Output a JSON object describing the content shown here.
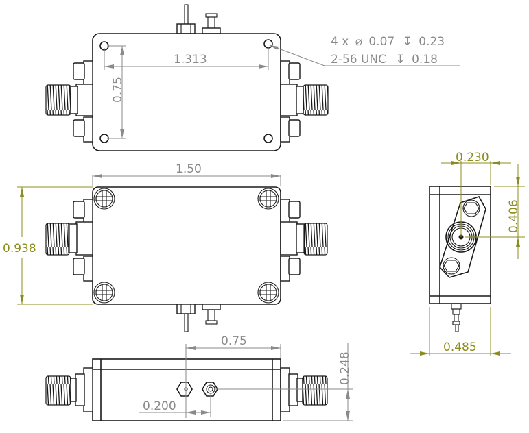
{
  "drawing": {
    "type": "mechanical outline drawing",
    "units": "inches",
    "colors": {
      "outline": "#1a1a1a",
      "dimension_gray": "#8a8a8a",
      "dimension_olive": "#8c8c1e",
      "background": "#ffffff"
    }
  },
  "callout": {
    "line1_qty": "4 x",
    "line1_diameter_symbol": "⌀",
    "line1_diameter": "0.07",
    "line1_depth_symbol": "↧",
    "line1_depth": "0.23",
    "line2_thread": "2-56 UNC",
    "line2_depth_symbol": "↧",
    "line2_depth": "0.18"
  },
  "views": {
    "top": {
      "hole_spacing_x": "1.313",
      "hole_spacing_y": "0.75"
    },
    "front": {
      "body_length": "1.50",
      "body_height": "0.938"
    },
    "end": {
      "connector_offset": "0.230",
      "connector_height": "0.406",
      "body_depth": "0.485"
    },
    "side": {
      "pin_offset": "0.75",
      "pin_spacing": "0.200",
      "pin_height": "0.248"
    }
  }
}
